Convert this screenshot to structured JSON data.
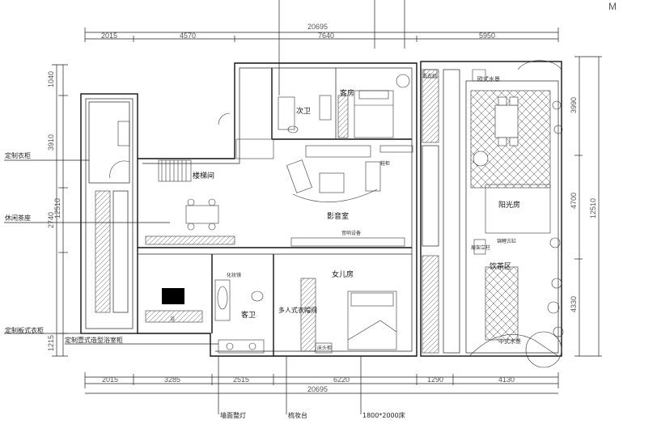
{
  "north": "M",
  "dims": {
    "top_total": "20695",
    "top_segments": [
      "2015",
      "4570",
      "7640",
      "5950"
    ],
    "bottom_segments": [
      "2015",
      "3285",
      "2515",
      "6220",
      "1290",
      "4130"
    ],
    "bottom_total": "20695",
    "right_segments": [
      "3990",
      "4700",
      "4330"
    ],
    "right_total": "12510",
    "left_segments": [
      "1040",
      "3910",
      "2740",
      "1215"
    ],
    "left_total": "12510"
  },
  "rooms": {
    "guest_room": "客房",
    "second_bath": "次卫",
    "stairwell": "楼梯间",
    "theater": "影音室",
    "sunroom": "阳光房",
    "daughter_room": "女儿房",
    "guest_bath": "客卫",
    "multi_wardrobe": "多人式衣帽间",
    "tea_area": "饮茶区",
    "euro_water": "欧式水景",
    "cn_water": "中式水景",
    "fish_bowl": "锦鲤古缸",
    "book_shelf": "展架立柱"
  },
  "callouts_left": [
    "定制衣柜",
    "休闲茶座",
    "定制板式衣柜",
    "定制壹式造型浴室柜"
  ],
  "callouts_bottom": [
    "墙面整灯",
    "梳妆台",
    "1800*2000床"
  ],
  "small_labels": {
    "washer": "洗衣机",
    "makeup": "化妆镜",
    "bed_note": "床头柜",
    "bath": "浴",
    "tv": "音响设备",
    "shoe": "鞋柜"
  },
  "colors": {
    "line": "#111111",
    "dim": "#555555"
  }
}
